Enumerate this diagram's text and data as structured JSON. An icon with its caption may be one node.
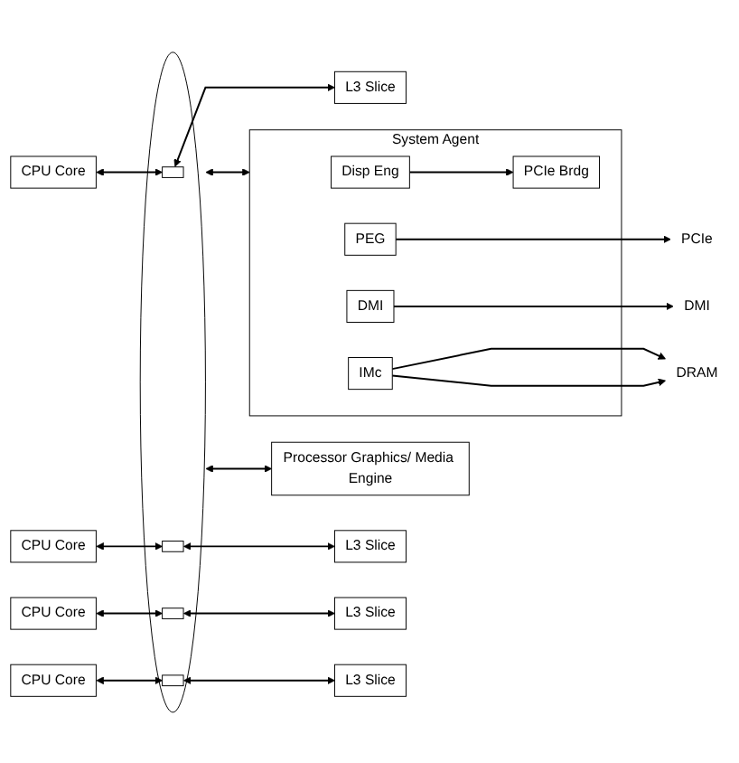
{
  "diagram": {
    "nodes": [
      {
        "text": [
          "System Agent"
        ]
      },
      {
        "text": [
          "Disp Eng"
        ],
        "in": 0
      },
      {
        "text": [
          "PEG"
        ],
        "in": 0
      },
      {
        "text": [
          "DMI"
        ],
        "in": 0
      },
      {
        "text": [
          "PCIe Brdg"
        ],
        "in": 0
      },
      {
        "text": [
          "IMc"
        ],
        "in": 0
      },
      {
        "text": [
          "PCIe"
        ]
      },
      {
        "text": [
          "DMI"
        ]
      },
      {
        "text": [
          "DRAM"
        ]
      },
      {
        "text": [],
        "shape": "ellipse"
      },
      {
        "text": [
          "CPU Core"
        ]
      },
      {
        "text": [],
        "shape": "box",
        "in": 9
      },
      {
        "text": [
          "L3 Slice"
        ]
      },
      {
        "text": [
          "CPU Core"
        ]
      },
      {
        "text": [],
        "shape": "box",
        "in": 9
      },
      {
        "text": [
          "L3 Slice"
        ]
      },
      {
        "text": [
          "CPU Core"
        ]
      },
      {
        "text": [],
        "shape": "box",
        "in": 9
      },
      {
        "text": [
          "L3 Slice"
        ]
      },
      {
        "text": [
          "CPU Core"
        ]
      },
      {
        "text": [],
        "shape": "box",
        "in": 9
      },
      {
        "text": [
          "L3 Slice"
        ]
      },
      {
        "text": [
          "Processor Graphics/ Media Engine"
        ]
      }
    ],
    "edges": [
      {
        "from": 2,
        "to": 6,
        "arrow": "to"
      },
      {
        "from": 3,
        "to": 7,
        "arrow": "to"
      },
      {
        "from": 5,
        "to": 8,
        "arrow": "to"
      },
      {
        "from": 5,
        "to": 8,
        "arrow": "to"
      },
      {
        "from": 1,
        "to": 4,
        "arrow": "to"
      },
      {
        "from": 0,
        "to": 9,
        "arrow": "both"
      },
      {
        "from": 10,
        "to": 11,
        "arrow": "both"
      },
      {
        "from": 11,
        "to": 12,
        "arrow": "both"
      },
      {
        "from": 13,
        "to": 14,
        "arrow": "both"
      },
      {
        "from": 14,
        "to": 15,
        "arrow": "both"
      },
      {
        "from": 16,
        "to": 17,
        "arrow": "both"
      },
      {
        "from": 17,
        "to": 18,
        "arrow": "both"
      },
      {
        "from": 19,
        "to": 20,
        "arrow": "both"
      },
      {
        "from": 20,
        "to": 21,
        "arrow": "both"
      },
      {
        "from": 9,
        "to": 22,
        "arrow": "both"
      }
    ]
  }
}
